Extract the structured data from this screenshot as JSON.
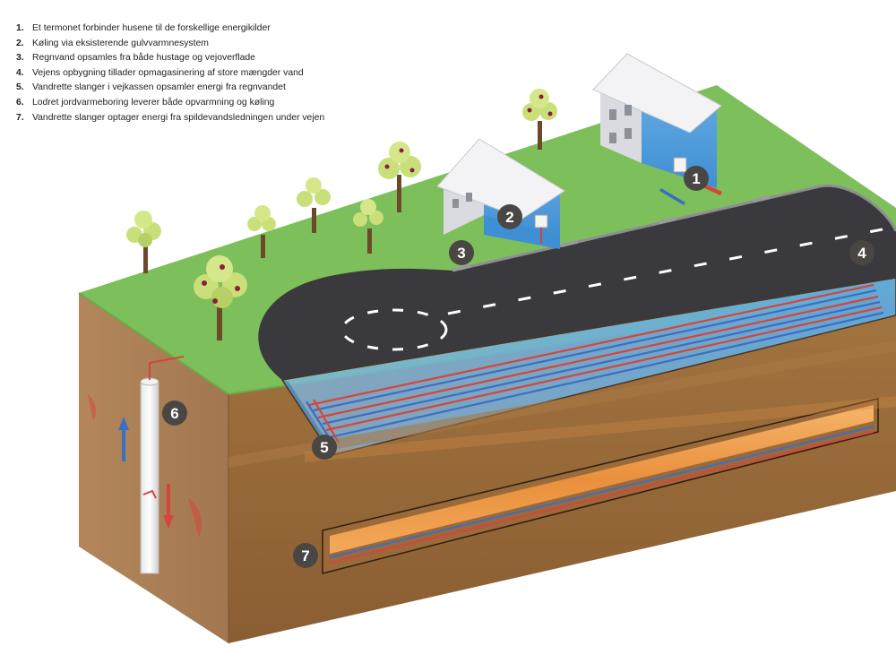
{
  "legend": [
    {
      "number": "1.",
      "text": "Et termonet forbinder husene til de forskellige energikilder"
    },
    {
      "number": "2.",
      "text": "Køling via eksisterende gulvvarmnesystem"
    },
    {
      "number": "3.",
      "text": "Regnvand opsamles fra både hustage og vejoverflade"
    },
    {
      "number": "4.",
      "text": "Vejens opbygning tillader opmagasinering af store mængder vand"
    },
    {
      "number": "5.",
      "text": "Vandrette slanger i vejkassen opsamler energi fra regnvandet"
    },
    {
      "number": "6.",
      "text": "Lodret jordvarmeboring leverer både opvarmning og køling"
    },
    {
      "number": "7.",
      "text": "Vandrette slanger optager energi fra spildevandsledningen under vejen"
    }
  ],
  "badges": [
    "1",
    "2",
    "3",
    "4",
    "5",
    "6",
    "7"
  ],
  "colors": {
    "grass": "#7dbf5a",
    "soil_side": "#a87a4b",
    "soil_front": "#93673c",
    "road": "#3a3a3e",
    "water": "#5fa8dc",
    "hot_pipe": "#d6453a",
    "cold_pipe": "#3b6fc4",
    "sewer": "#f0a050",
    "badge": "#4a4643"
  }
}
